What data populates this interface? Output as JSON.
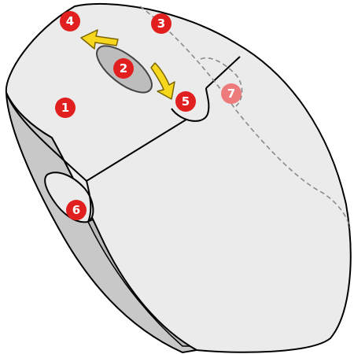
{
  "colors": {
    "body_fill": "#ebebeb",
    "side_fill": "#c8c8c8",
    "side_inner": "#b9b9b9",
    "outline": "#000000",
    "wheel_fill": "#bdbdbd",
    "wheel_outline": "#444444",
    "dash": "#8a8a8a",
    "arrow_fill": "#f6d71e",
    "arrow_outline": "#7a6400",
    "marker_fill": "#e11f1f",
    "marker_faded": "#ee7b7b",
    "marker_text": "#ffffff"
  },
  "markers": [
    {
      "id": "1",
      "label": "1",
      "part": "left-button"
    },
    {
      "id": "2",
      "label": "2",
      "part": "scroll-wheel"
    },
    {
      "id": "3",
      "label": "3",
      "part": "right-button"
    },
    {
      "id": "4",
      "label": "4",
      "part": "wheel-tilt-left"
    },
    {
      "id": "5",
      "label": "5",
      "part": "wheel-tilt-right"
    },
    {
      "id": "6",
      "label": "6",
      "part": "left-side-button"
    },
    {
      "id": "7",
      "label": "7",
      "part": "right-side-button-hidden"
    }
  ]
}
